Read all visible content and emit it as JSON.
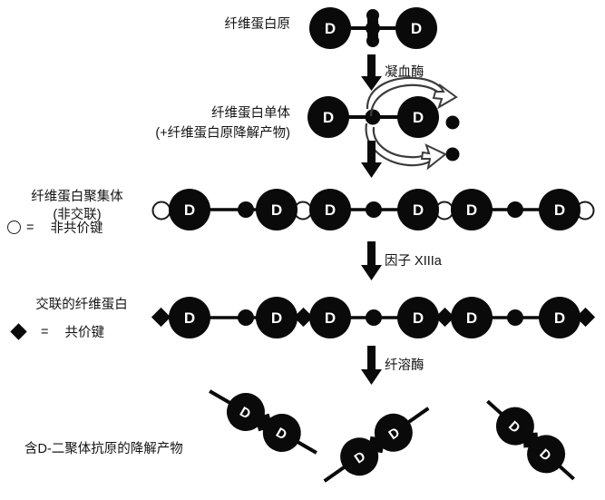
{
  "diagram": {
    "title_alt": "Fibrin formation and degradation pathway",
    "colors": {
      "ink": "#0a0a0a",
      "text": "#141414",
      "background": "#ffffff",
      "outline": "#1a1a1a"
    },
    "stages": [
      {
        "id": "fibrinogen",
        "label_lines": [
          "纤维蛋白原"
        ],
        "d_letter": "D",
        "d_count": 2
      },
      {
        "id": "fibrin-monomer",
        "label_lines": [
          "纤维蛋白单体",
          "(+纤维蛋白原降解产物)"
        ],
        "d_letter": "D",
        "d_count": 2
      },
      {
        "id": "fibrin-aggregate",
        "label_lines": [
          "纤维蛋白聚集体",
          "(非交联)"
        ],
        "d_letter": "D",
        "d_count": 6,
        "legend": {
          "symbol": "open-circle",
          "equals": "=",
          "text": "非共价键"
        }
      },
      {
        "id": "crosslinked-fibrin",
        "label_lines": [
          "交联的纤维蛋白"
        ],
        "d_letter": "D",
        "d_count": 6,
        "legend": {
          "symbol": "filled-diamond",
          "equals": "=",
          "text": "共价键"
        }
      },
      {
        "id": "degradation-products",
        "label_lines": [
          "含D-二聚体抗原的降解产物"
        ],
        "d_letter": "D",
        "fragment_count": 3
      }
    ],
    "enzymes": [
      {
        "id": "thrombin",
        "label": "凝血酶"
      },
      {
        "id": "factor-xiiia",
        "label": "因子 XIIIa"
      },
      {
        "id": "plasmin",
        "label": "纤溶酶"
      }
    ],
    "icons": {
      "down_arrow": "down-arrow-icon",
      "curved_arrow": "curved-release-arrow-icon",
      "open_circle": "noncovalent-bond-icon",
      "filled_diamond": "covalent-bond-icon",
      "d_domain": "d-domain-icon",
      "e_domain": "e-domain-icon",
      "fibrinopeptide": "fibrinopeptide-icon"
    }
  }
}
